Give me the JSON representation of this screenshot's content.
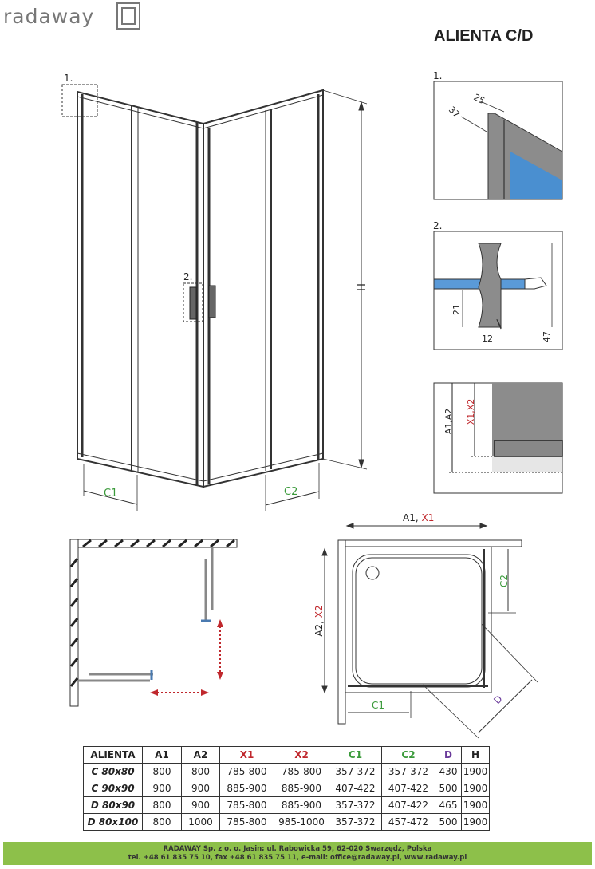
{
  "header": {
    "logo_text": "radaway",
    "title": "ALIENTA C/D"
  },
  "labels": {
    "detail1": "1.",
    "detail2": "2.",
    "h": "H",
    "c1": "C1",
    "c2": "C2",
    "d1_dim_a": "25",
    "d1_dim_b": "37",
    "d2_dim_a": "21",
    "d2_dim_b": "12",
    "d2_dim_c": "47",
    "d3_a": "A1,A2",
    "d3_x": "X1,X2",
    "plan_a1": "A1, ",
    "plan_x1": "X1",
    "plan_a2": "A2, ",
    "plan_x2": "X2",
    "plan_c1": "C1",
    "plan_c2": "C2",
    "plan_d": "D"
  },
  "colors": {
    "red": "#c0282d",
    "green": "#3a9a3a",
    "purple": "#6a3a9a",
    "footer": "#8dc04a"
  },
  "table": {
    "headers": [
      "ALIENTA",
      "A1",
      "A2",
      "X1",
      "X2",
      "C1",
      "C2",
      "D",
      "H"
    ],
    "rows": [
      [
        "C 80x80",
        "800",
        "800",
        "785-800",
        "785-800",
        "357-372",
        "357-372",
        "430",
        "1900"
      ],
      [
        "C 90x90",
        "900",
        "900",
        "885-900",
        "885-900",
        "407-422",
        "407-422",
        "500",
        "1900"
      ],
      [
        "D 80x90",
        "800",
        "900",
        "785-800",
        "885-900",
        "357-372",
        "407-422",
        "465",
        "1900"
      ],
      [
        "D 80x100",
        "800",
        "1000",
        "785-800",
        "985-1000",
        "357-372",
        "457-472",
        "500",
        "1900"
      ]
    ]
  },
  "footer": {
    "line1": "RADAWAY Sp. z o. o. Jasin; ul. Rabowicka 59, 62-020 Swarzędz, Polska",
    "line2": "tel. +48 61 835 75 10, fax +48 61 835 75 11, e-mail: office@radaway.pl, www.radaway.pl"
  }
}
